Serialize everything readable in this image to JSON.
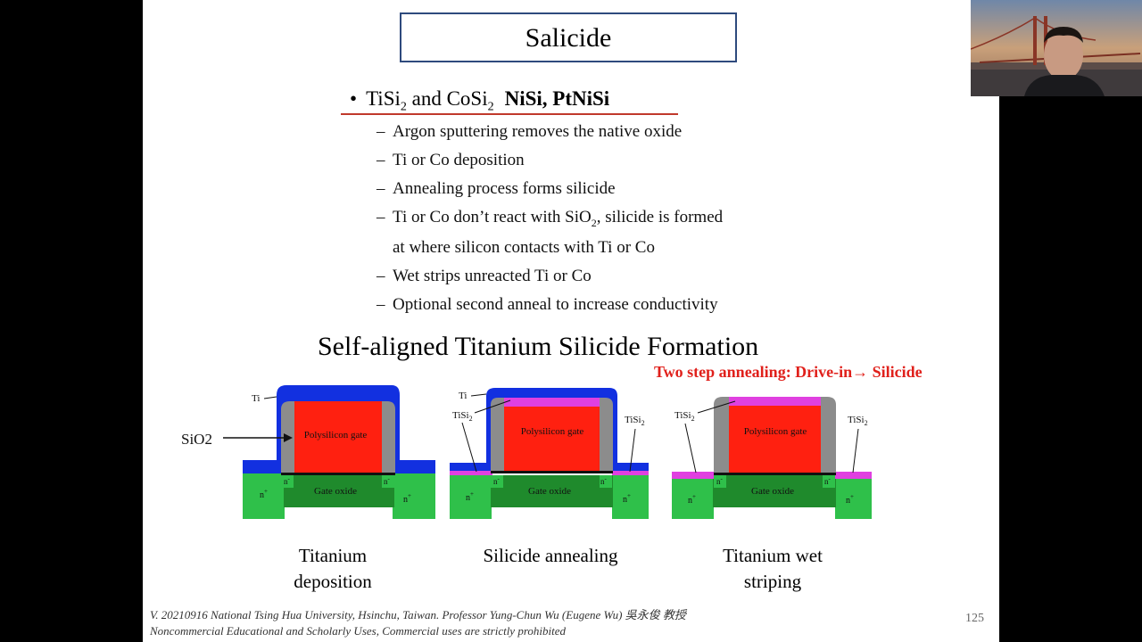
{
  "slide": {
    "title": "Salicide",
    "bullet": {
      "dot": "•",
      "text_ti": "TiSi",
      "sub2": "2",
      "text_and": " and CoSi",
      "sub2b": "2",
      "bold_text": "NiSi, PtNiSi"
    },
    "sub_items": [
      "Argon sputtering removes the native oxide",
      "Ti or Co deposition",
      "Annealing process forms silicide",
      "Ti or Co don’t react with SiO",
      "2",
      ", silicide is formed",
      "at where silicon contacts with Ti or Co",
      "Wet strips unreacted Ti or Co",
      "Optional second anneal to increase conductivity"
    ],
    "dash": "–",
    "section_title": "Self-aligned Titanium Silicide Formation",
    "red_note": "Two step annealing: Drive-in→ Silicide",
    "diagram_labels": {
      "ti": "Ti",
      "sio2": "SiO2",
      "tisi": "TiSi",
      "two": "2",
      "poly": "Polysilicon gate",
      "gate_ox": "Gate oxide",
      "nplus": "n",
      "nminus": "n",
      "plus": "+",
      "minus": "-"
    },
    "captions": {
      "c1_l1": "Titanium",
      "c1_l2": "deposition",
      "c2": "Silicide annealing",
      "c3_l1": "Titanium wet",
      "c3_l2": "striping"
    },
    "footer_l1": "V. 20210916 National Tsing Hua University, Hsinchu, Taiwan. Professor Yung-Chun Wu (Eugene Wu) 吳永俊 教授",
    "footer_l2": "Noncommercial Educational and Scholarly Uses, Commercial uses are strictly prohibited",
    "page_number": "125"
  },
  "colors": {
    "title_border": "#2e4a7d",
    "ti_layer": "#1230e0",
    "spacer": "#8c8c8c",
    "poly": "#ff2010",
    "gate_ox_green": "#1f8a2c",
    "nplus_green": "#2fc04a",
    "tisi": "#e040e0",
    "red_note": "#e0201b"
  }
}
